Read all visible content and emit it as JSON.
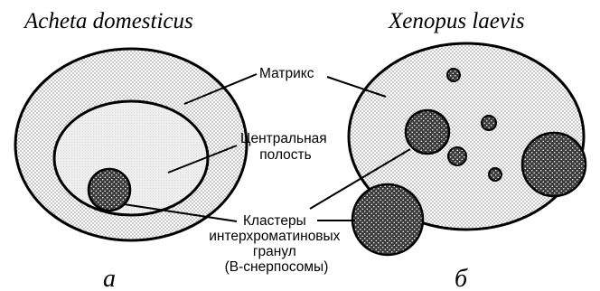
{
  "panel_a": {
    "species": "Acheta domesticus",
    "letter": "а"
  },
  "panel_b": {
    "species": "Xenopus laevis",
    "letter": "б"
  },
  "labels": {
    "matrix": "Матрикс",
    "central_cavity_line1": "Центральная",
    "central_cavity_line2": "полость",
    "clusters_line1": "Кластеры",
    "clusters_line2": "интерхроматиновых",
    "clusters_line3": "гранул",
    "clusters_line4": "(B-снерпосомы)"
  }
}
